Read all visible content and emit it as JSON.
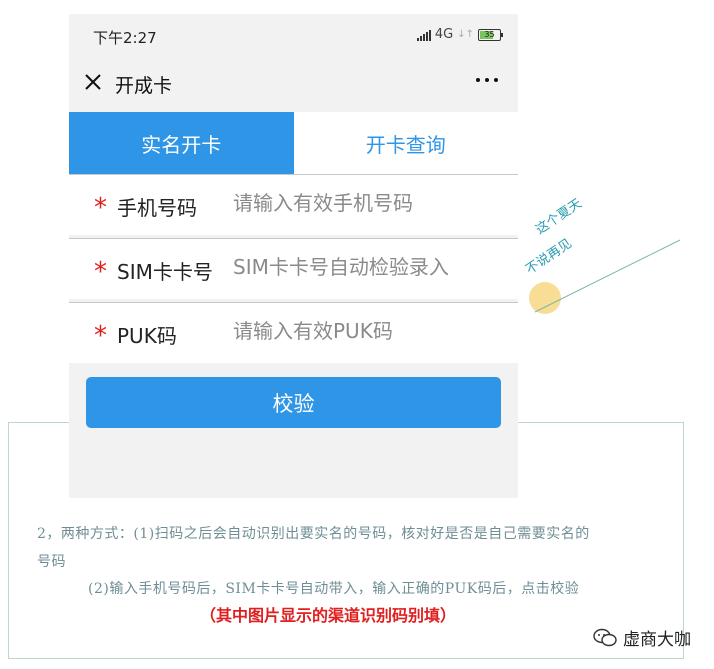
{
  "status": {
    "time": "下午2:27",
    "network": "4G",
    "arrows": "↓↑",
    "battery": "35"
  },
  "titlebar": {
    "title": "开成卡"
  },
  "tabs": [
    {
      "label": "实名开卡",
      "active": true
    },
    {
      "label": "开卡查询",
      "active": false
    }
  ],
  "form": {
    "rows": [
      {
        "label": "手机号码",
        "placeholder": "请输入有效手机号码"
      },
      {
        "label": "SIM卡卡号",
        "placeholder": "SIM卡卡号自动检验录入"
      },
      {
        "label": "PUK码",
        "placeholder": "请输入有效PUK码"
      }
    ],
    "required_mark": "*",
    "submit_label": "校验"
  },
  "decoration": {
    "line1": "这个夏天",
    "line2": "不说再见"
  },
  "article": {
    "para1": "2，两种方式：(1)扫码之后会自动识别出要实名的号码，核对好是否是自己需要实名的",
    "para1_cont": "号码",
    "para2": "(2)输入手机号码后，SIM卡卡号自动带入，输入正确的PUK码后，点击校验",
    "emphasis": "（其中图片显示的渠道识别码别填）"
  },
  "watermark": {
    "text": "虚商大咖"
  },
  "colors": {
    "accent": "#2f95e6",
    "required": "#e02020",
    "article_text": "#6f8e94"
  }
}
